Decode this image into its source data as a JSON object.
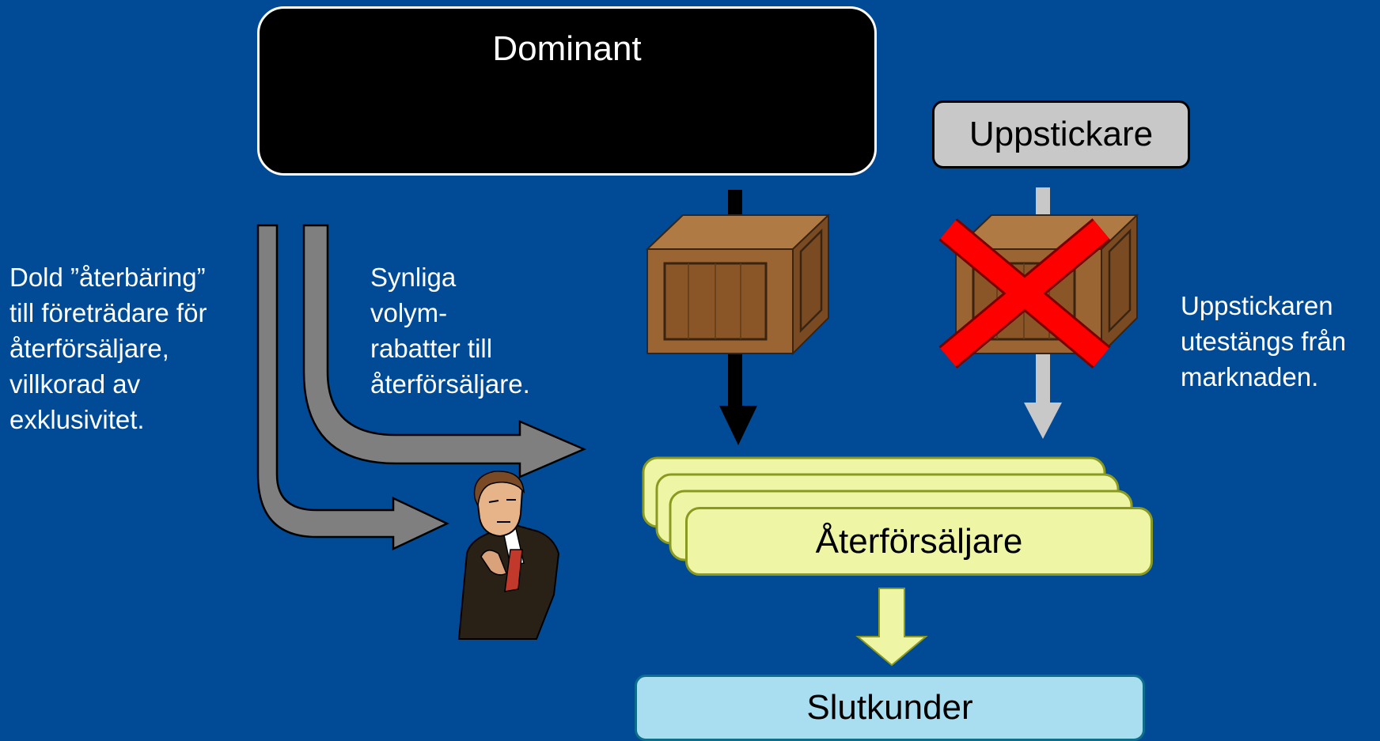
{
  "dominant": {
    "label": "Dominant"
  },
  "upstart": {
    "label": "Uppstickare"
  },
  "resellers": {
    "label": "Återförsäljare"
  },
  "end_customers": {
    "label": "Slutkunder"
  },
  "captions": {
    "hidden_rebate": "Dold ”återbäring”\ntill företrädare för\nåterförsäljare,\nvillkorad av\nexklusivitet.",
    "visible_rebate": "Synliga\nvolym-\nrabatter till\nåterförsäljare.",
    "upstart_excluded": "Uppstickaren\nutestängs från\nmarknaden."
  },
  "colors": {
    "background": "#004a96",
    "dominant_fill": "#000000",
    "upstart_fill": "#c8c8c8",
    "reseller_fill": "#eef6a6",
    "end_customer_fill": "#a9def0",
    "rebate_arrow": "#7f7f7f",
    "blocked_arrow": "#c8c8c8",
    "cross": "#ff0000",
    "crate": "#8b5a2b"
  },
  "icons": [
    "wooden-crate",
    "blocked-crate",
    "red-cross",
    "businessman"
  ]
}
